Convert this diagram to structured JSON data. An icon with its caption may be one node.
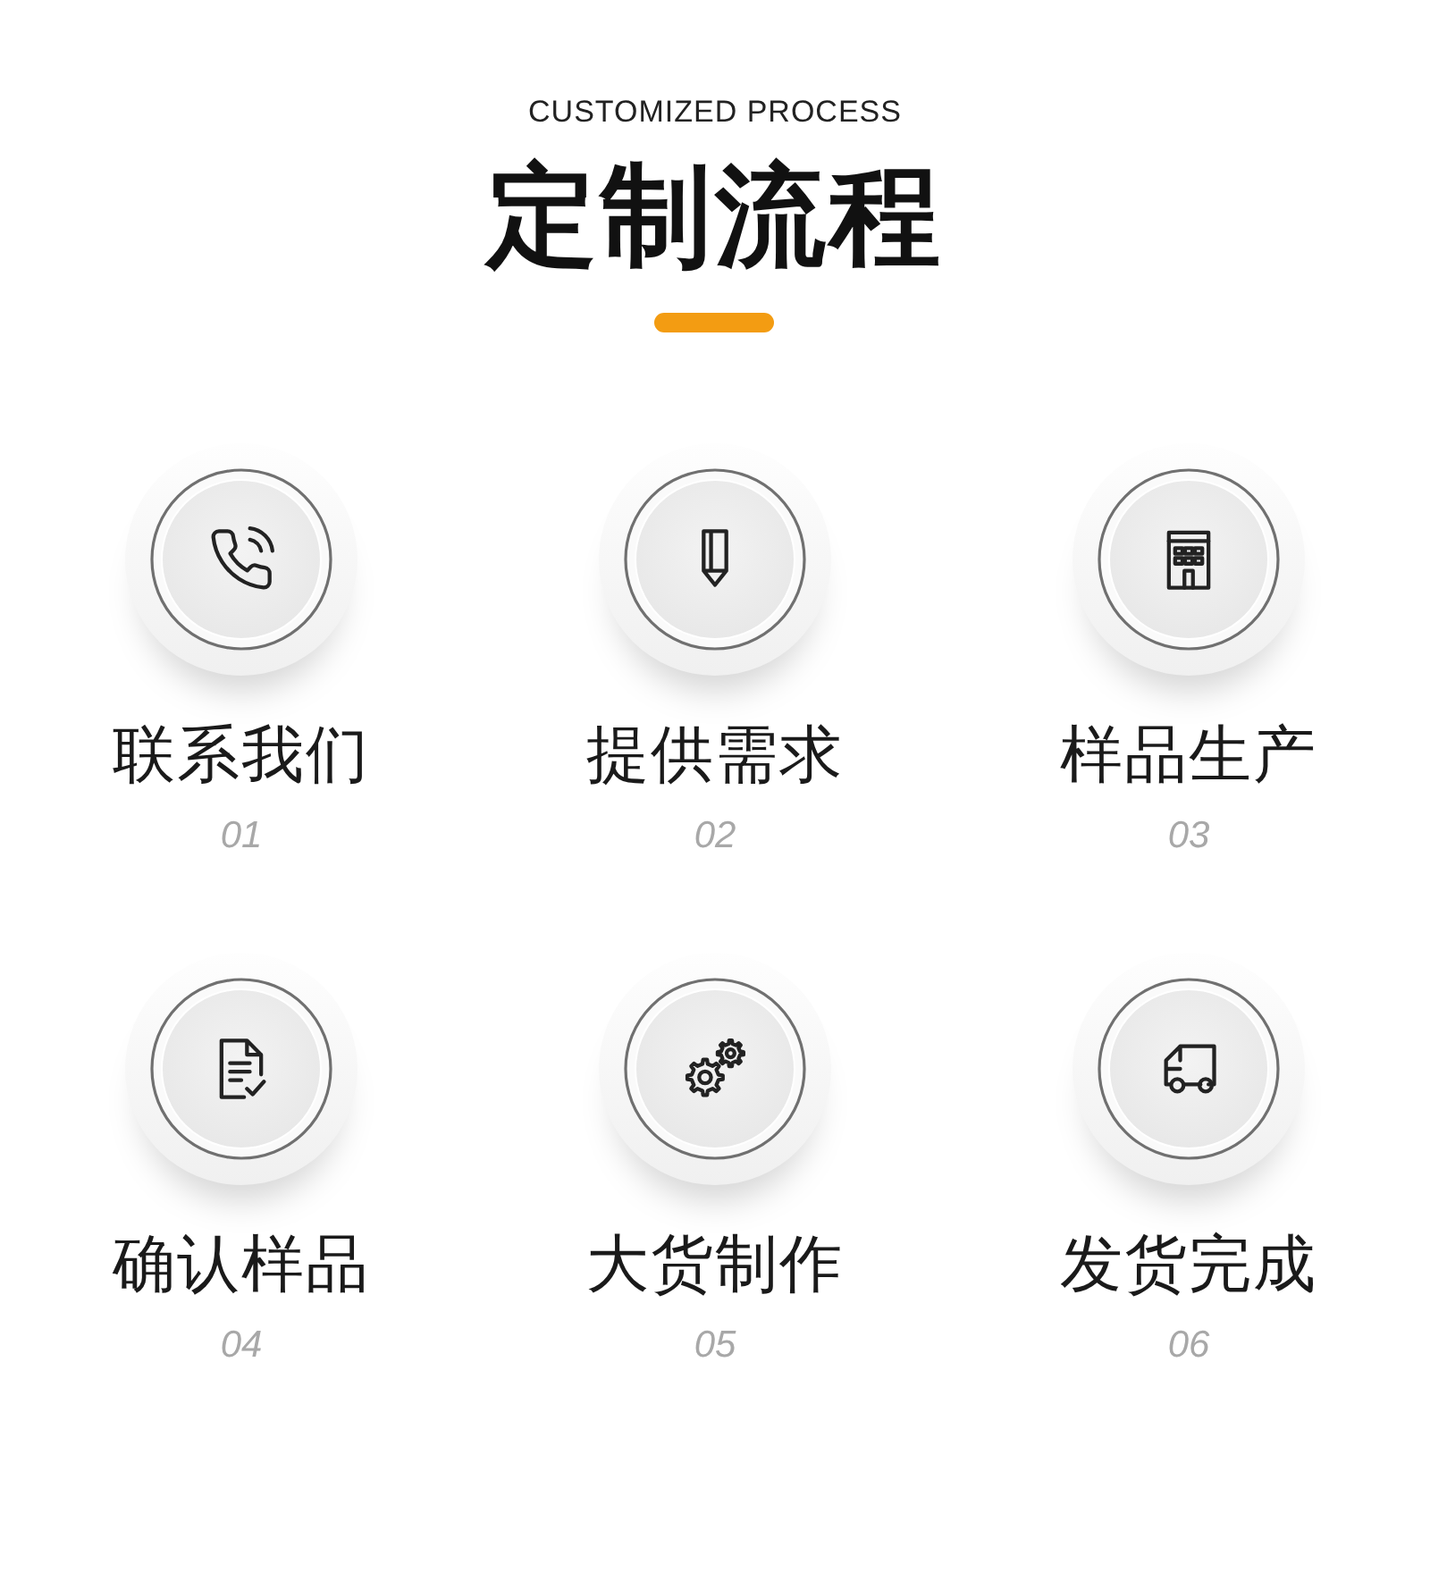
{
  "diagram": {
    "title": "定制流程",
    "labels": [
      "CUSTOMIZED PROCESS"
    ],
    "nodes": [
      {
        "text": [
          "联系我们",
          "01"
        ]
      },
      {
        "text": [
          "提供需求",
          "02"
        ]
      },
      {
        "text": [
          "样品生产",
          "03"
        ]
      },
      {
        "text": [
          "确认样品",
          "04"
        ]
      },
      {
        "text": [
          "大货制作",
          "05"
        ]
      },
      {
        "text": [
          "发货完成",
          "06"
        ]
      }
    ]
  }
}
